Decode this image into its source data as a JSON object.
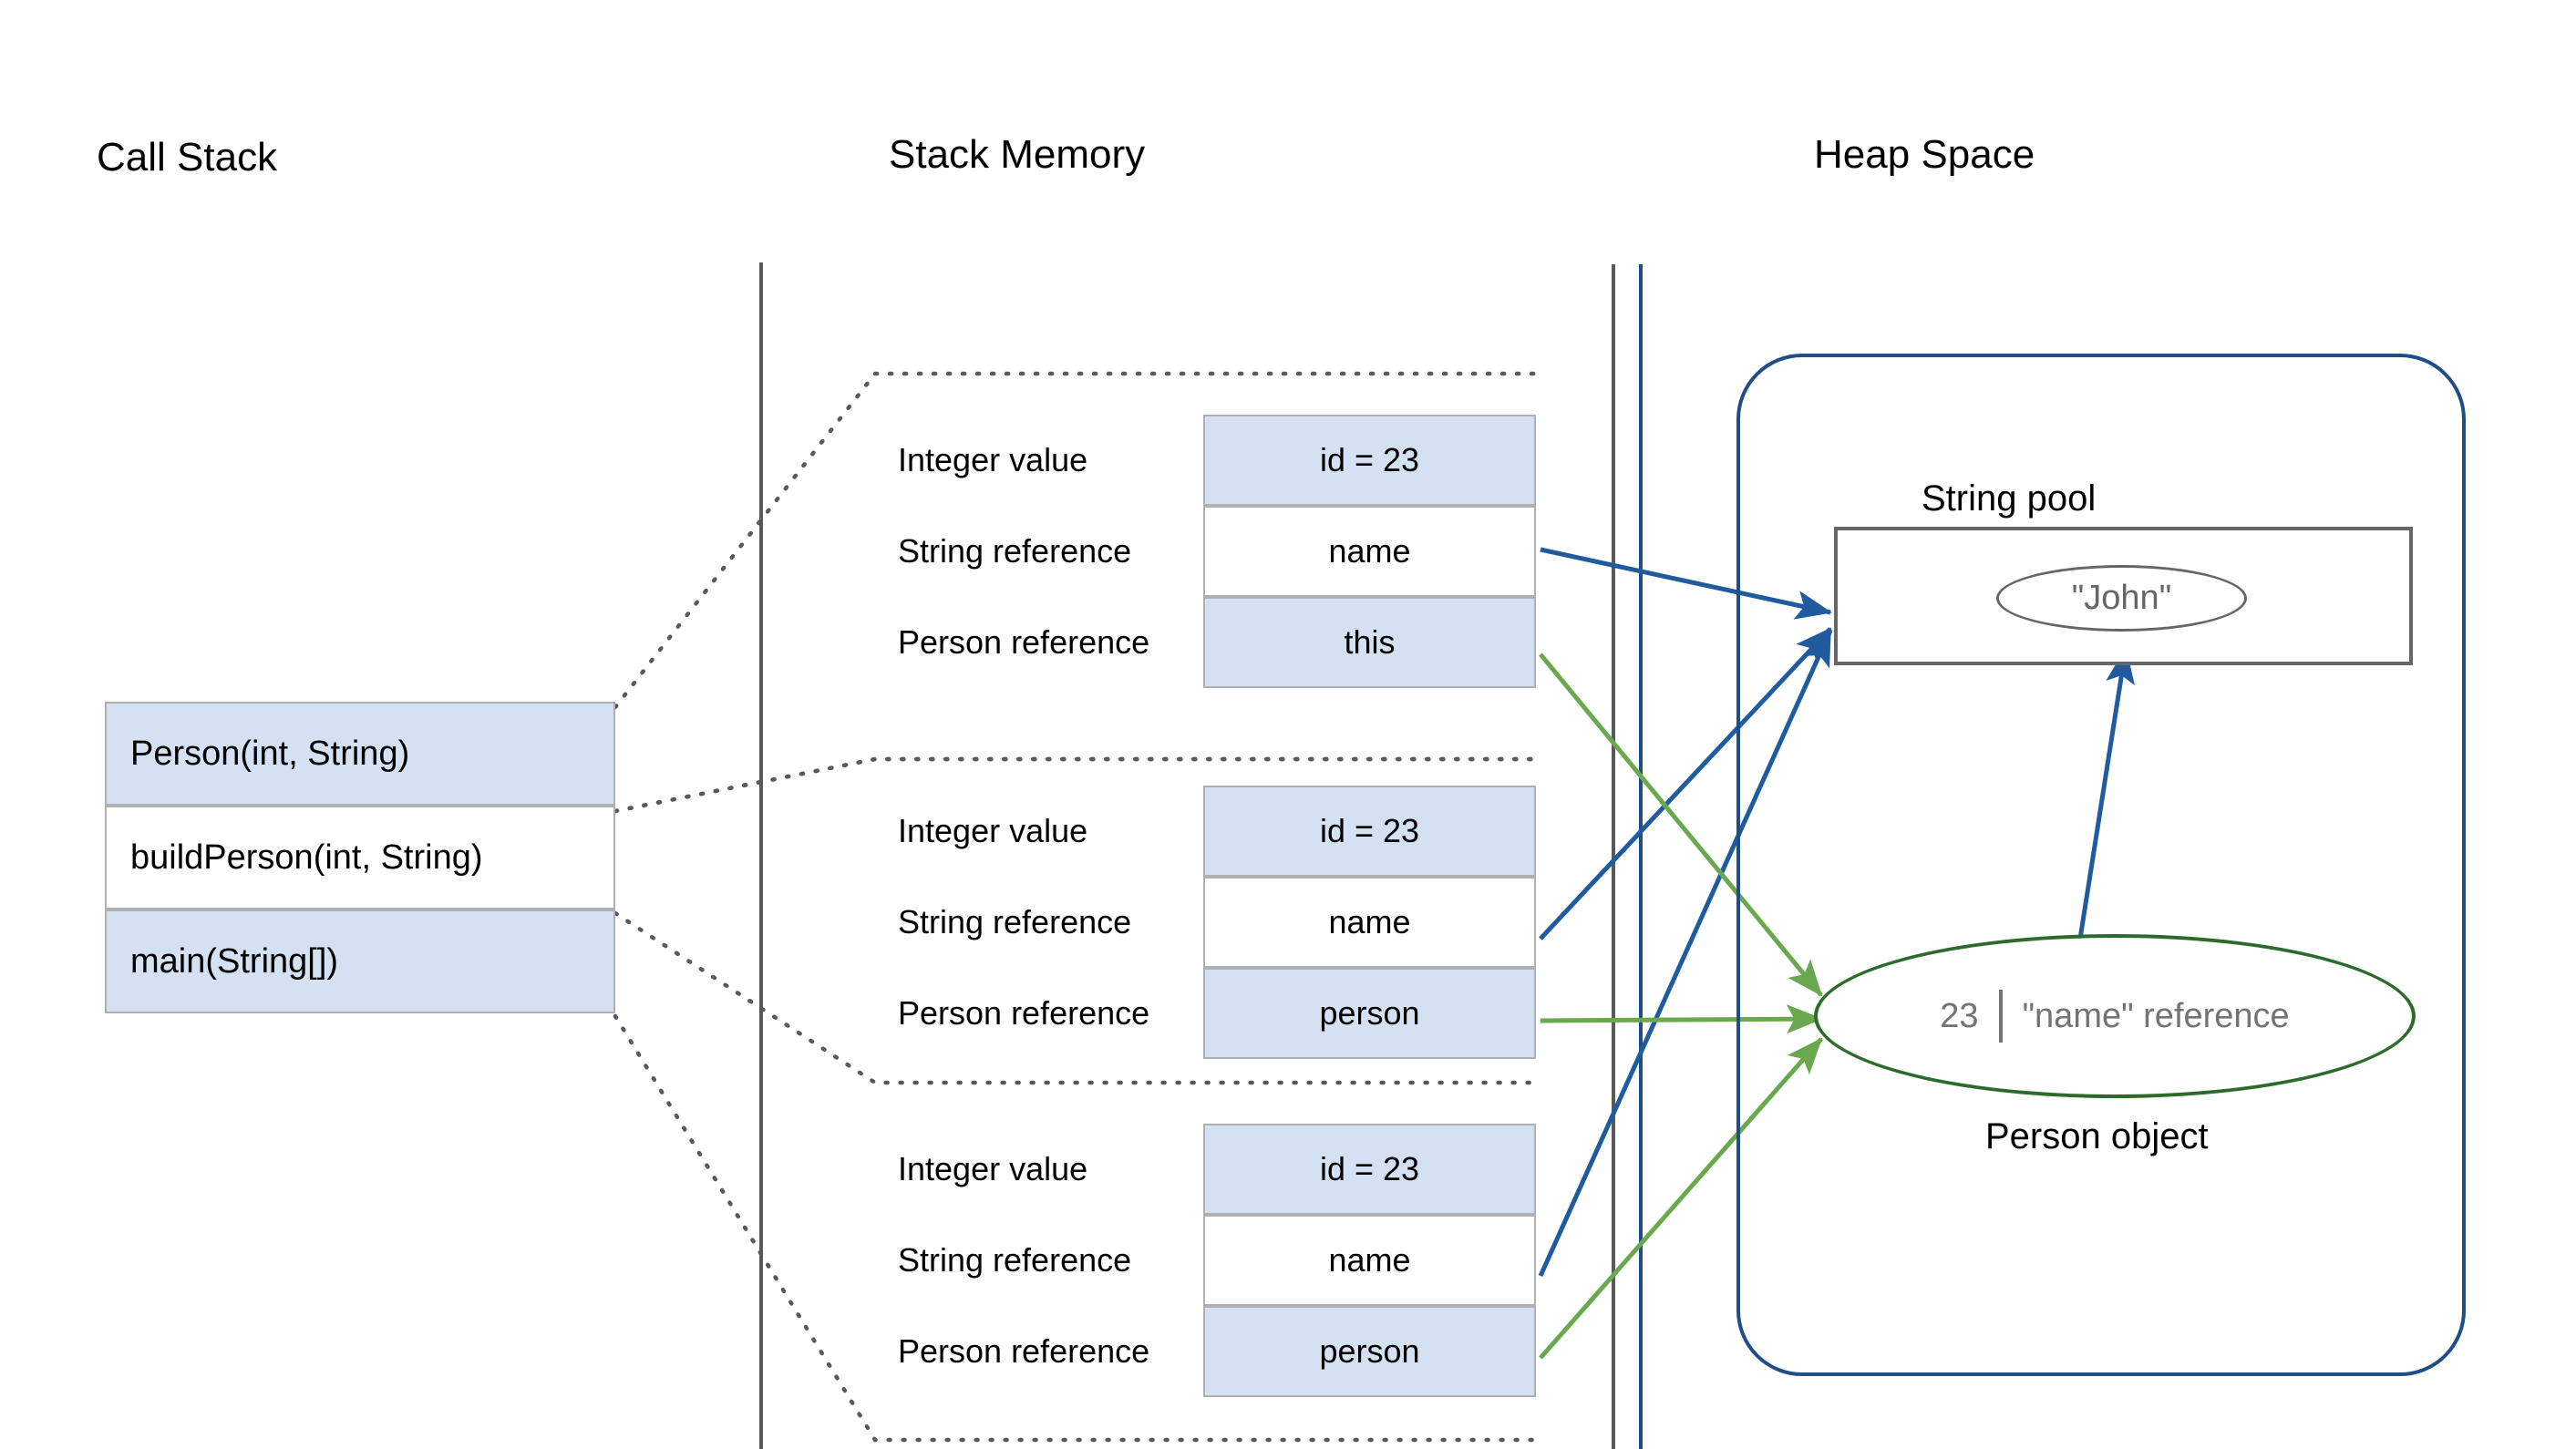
{
  "columns": {
    "call_stack": "Call Stack",
    "stack_memory": "Stack Memory",
    "heap_space": "Heap Space"
  },
  "call_stack": {
    "frames": [
      {
        "label": "Person(int, String)",
        "fill": "blue"
      },
      {
        "label": "buildPerson(int, String)",
        "fill": "white"
      },
      {
        "label": "main(String[])",
        "fill": "blue"
      }
    ]
  },
  "stack_memory": {
    "frames": [
      {
        "rows": [
          {
            "label": "Integer value",
            "value": "id = 23",
            "fill": "blue"
          },
          {
            "label": "String reference",
            "value": "name",
            "fill": "white"
          },
          {
            "label": "Person reference",
            "value": "this",
            "fill": "blue"
          }
        ]
      },
      {
        "rows": [
          {
            "label": "Integer value",
            "value": "id = 23",
            "fill": "blue"
          },
          {
            "label": "String reference",
            "value": "name",
            "fill": "white"
          },
          {
            "label": "Person reference",
            "value": "person",
            "fill": "blue"
          }
        ]
      },
      {
        "rows": [
          {
            "label": "Integer value",
            "value": "id = 23",
            "fill": "blue"
          },
          {
            "label": "String reference",
            "value": "name",
            "fill": "white"
          },
          {
            "label": "Person reference",
            "value": "person",
            "fill": "blue"
          }
        ]
      }
    ]
  },
  "heap": {
    "string_pool_label": "String pool",
    "string_literal": "\"John\"",
    "person_object": {
      "id": "23",
      "name_ref": "\"name\" reference",
      "caption": "Person object"
    }
  },
  "colors": {
    "cell_fill_blue": "#d3e1f2",
    "cell_border_gray": "#b0b0b0",
    "heap_border_blue": "#1f4e86",
    "arrow_blue": "#1f5b9e",
    "arrow_green": "#6aa84f",
    "person_ellipse_green": "#2d6b2d",
    "muted_text_gray": "#737373",
    "divider_gray": "#595959"
  }
}
